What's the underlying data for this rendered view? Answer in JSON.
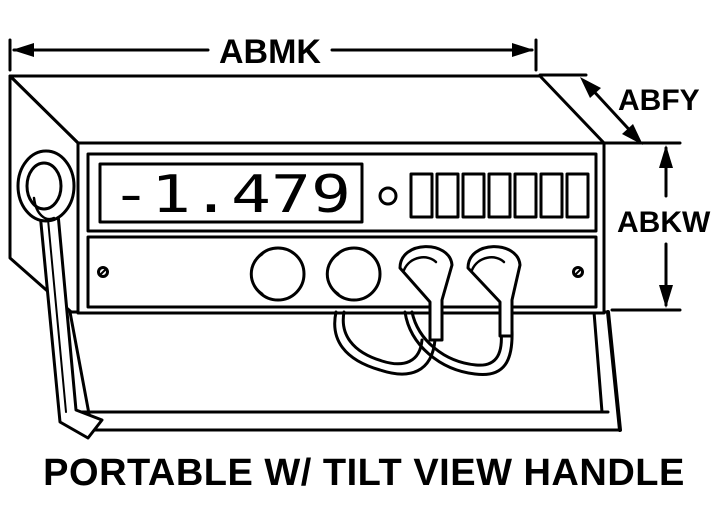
{
  "dimensions": {
    "width_label": "ABMK",
    "depth_label": "ABFY",
    "height_label": "ABKW"
  },
  "display": {
    "reading": "-1.479"
  },
  "caption": "PORTABLE W/ TILT VIEW HANDLE"
}
